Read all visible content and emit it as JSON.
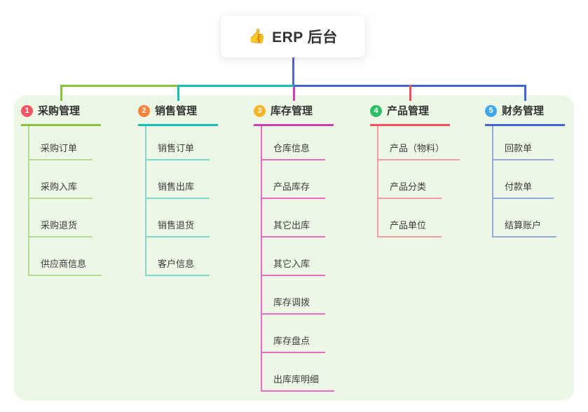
{
  "root": {
    "icon": "👍",
    "label": "ERP 后台",
    "line_color": "#5562d6"
  },
  "panel": {
    "background": "#ecf7e6"
  },
  "branches": [
    {
      "badge": "1",
      "label": "采购管理",
      "badge_color": "#f25664",
      "line_color": "#88c23e",
      "child_line_color": "#b7db8f",
      "children": [
        "采购订单",
        "采购入库",
        "采购退货",
        "供应商信息"
      ]
    },
    {
      "badge": "2",
      "label": "销售管理",
      "badge_color": "#f6823c",
      "line_color": "#13c0b2",
      "child_line_color": "#7ed8cc",
      "children": [
        "销售订单",
        "销售出库",
        "销售退货",
        "客户信息"
      ]
    },
    {
      "badge": "3",
      "label": "库存管理",
      "badge_color": "#f9b327",
      "line_color": "#cf3cb3",
      "child_line_color": "#ee6ac0",
      "children": [
        "仓库信息",
        "产品库存",
        "其它出库",
        "其它入库",
        "库存调拨",
        "库存盘点",
        "出库库明细"
      ]
    },
    {
      "badge": "4",
      "label": "产品管理",
      "badge_color": "#2fbe65",
      "line_color": "#f2515e",
      "child_line_color": "#f89aa2",
      "children": [
        "产品（物料）",
        "产品分类",
        "产品单位"
      ]
    },
    {
      "badge": "5",
      "label": "财务管理",
      "badge_color": "#3ea7ea",
      "line_color": "#4166d3",
      "child_line_color": "#8fa9e0",
      "children": [
        "回款单",
        "付款单",
        "结算账户"
      ]
    }
  ]
}
